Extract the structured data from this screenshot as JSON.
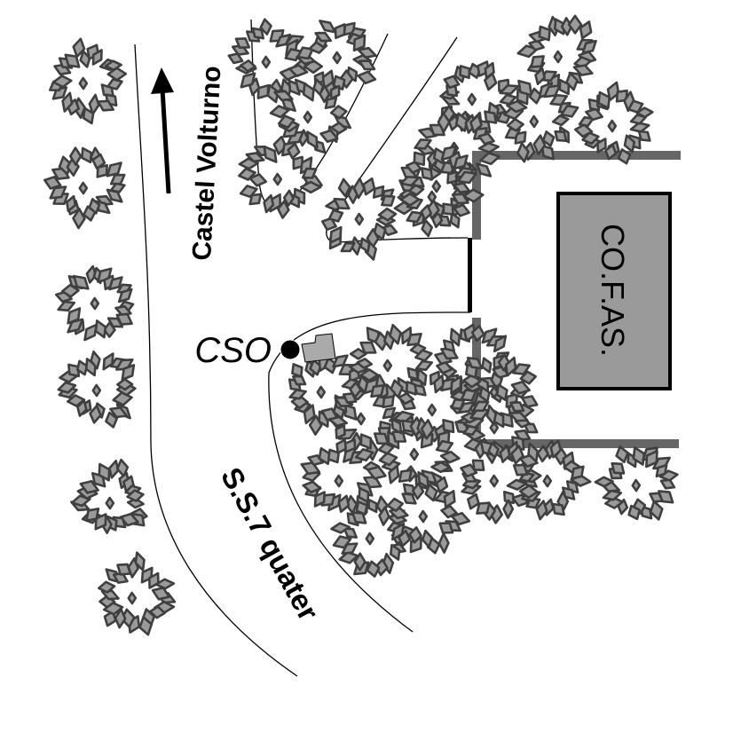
{
  "map": {
    "title": "",
    "labels": {
      "direction": "Castel Volturno",
      "road": "S.S.7 quater",
      "station": "CSO",
      "building": "CO.F.AS."
    },
    "icons": {
      "direction_arrow": "arrow-up-icon",
      "station_marker": "filled-circle-icon",
      "tree": "tree-canopy-icon"
    },
    "colors": {
      "background": "#ffffff",
      "tree_outline": "#3f3f3f",
      "tree_fill": "#9a9a9a",
      "wall": "#666666",
      "building_fill": "#9a9a9a",
      "building_outline": "#000000",
      "station_shelter": "#aaaaaa",
      "road_line": "#000000"
    }
  }
}
